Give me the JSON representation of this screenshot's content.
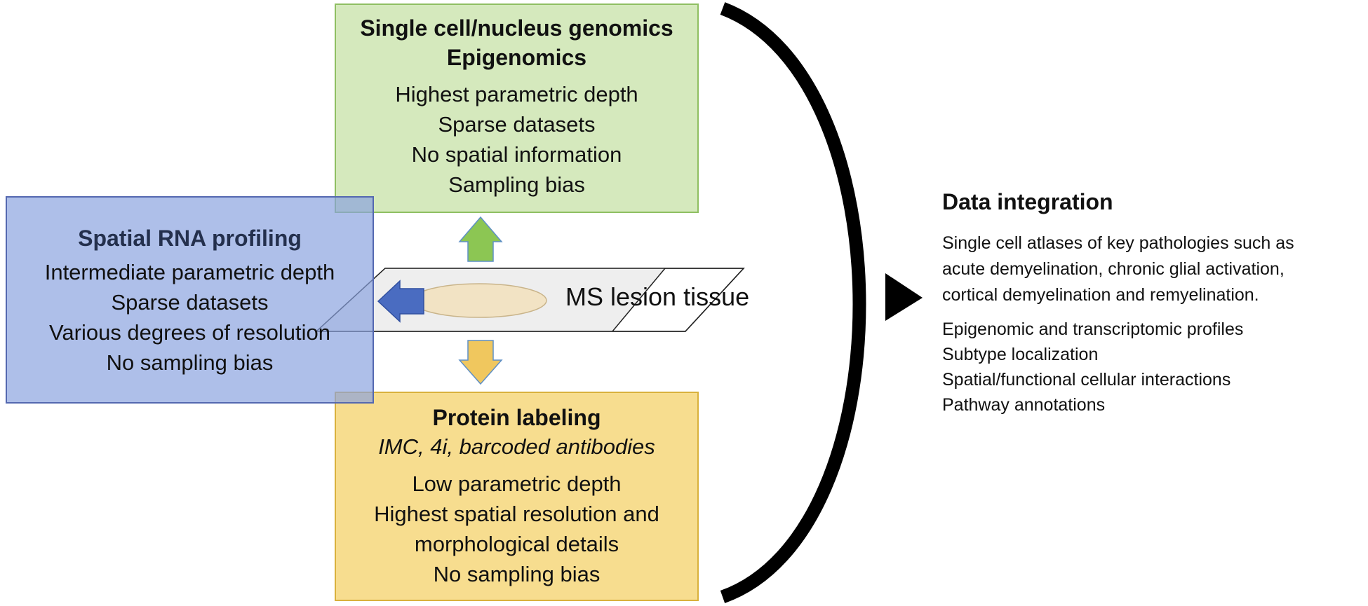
{
  "genomics": {
    "title1": "Single cell/nucleus genomics",
    "title2": "Epigenomics",
    "lines": [
      "Highest parametric depth",
      "Sparse datasets",
      "No spatial information",
      "Sampling bias"
    ]
  },
  "spatial": {
    "title": "Spatial RNA profiling",
    "lines": [
      "Intermediate parametric depth",
      "Sparse datasets",
      "Various degrees of resolution",
      "No sampling bias"
    ]
  },
  "protein": {
    "title": "Protein labeling",
    "subtitle": "IMC, 4i, barcoded antibodies",
    "lines": [
      "Low parametric depth",
      "Highest spatial resolution and",
      "morphological details",
      "No sampling bias"
    ]
  },
  "center": {
    "label": "MS lesion tissue"
  },
  "integration": {
    "heading": "Data integration",
    "paragraph_lines": [
      "Single cell atlases of key pathologies such as",
      "acute demyelination, chronic glial activation,",
      "cortical demyelination and remyelination."
    ],
    "items": [
      "Epigenomic and transcriptomic profiles",
      "Subtype localization",
      "Spatial/functional cellular interactions",
      "Pathway annotations"
    ]
  },
  "colors": {
    "genomics_fill": "#d5e9bd",
    "spatial_fill": "#87a0de",
    "protein_fill": "#f7dd8f",
    "arrow_green": "#8cc653",
    "arrow_blue": "#4a6cc1",
    "arrow_yellow": "#f0c75e",
    "tissue_ellipse": "#f2e3c4",
    "bracket": "#000000"
  }
}
